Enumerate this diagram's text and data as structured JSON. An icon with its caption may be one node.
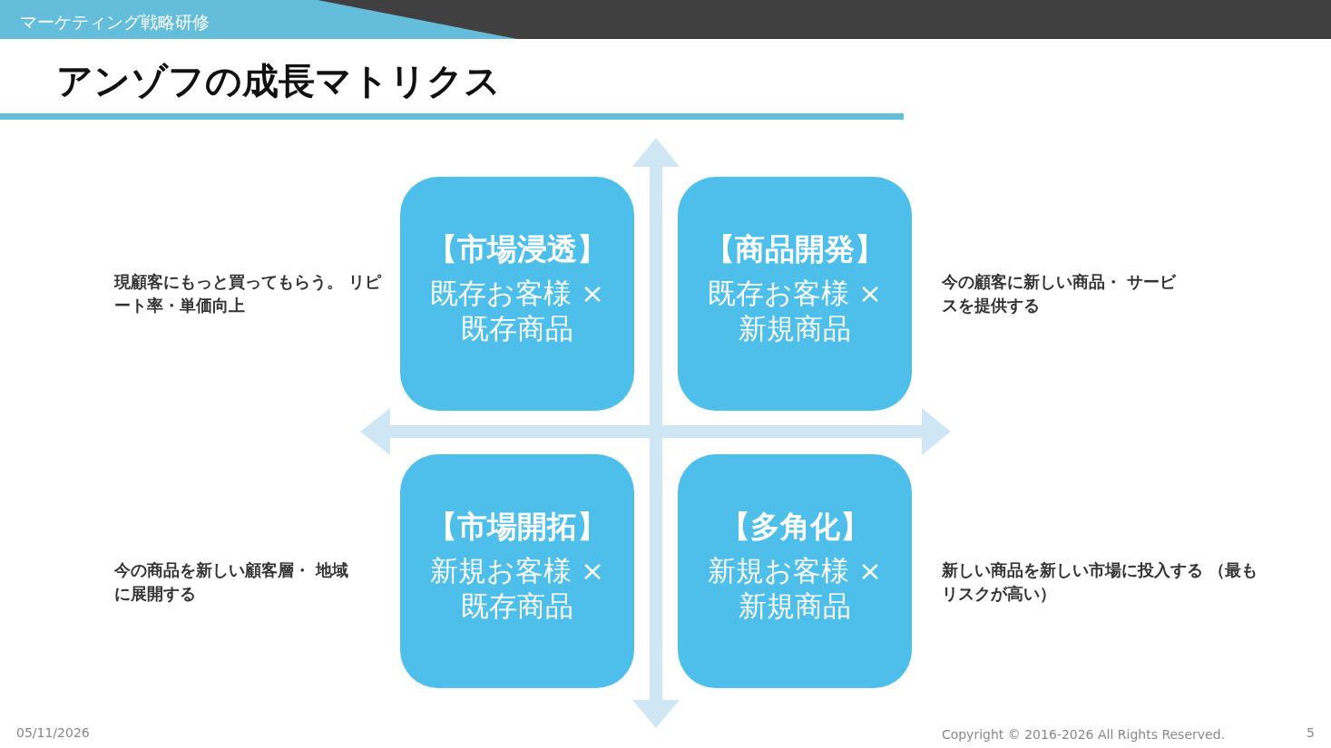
{
  "diagram": {
    "title": "アンゾフの成長マトリクス",
    "nodes": [
      {
        "text": [
          "【市場浸透】",
          "既存お客様 × 既存商品"
        ],
        "beside": [
          "現顧客にもっと買ってもらう。 リピート率・単価向上"
        ]
      },
      {
        "text": [
          "【商品開発】",
          "既存お客様 × 新規商品"
        ],
        "beside": [
          "今の顧客に新しい商品・ サービスを提供する"
        ]
      },
      {
        "text": [
          "【市場開拓】",
          "新規お客様 × 既存商品"
        ],
        "beside": [
          "今の商品を新しい顧客層・ 地域に展開する"
        ]
      },
      {
        "text": [
          "【多角化】",
          "新規お客様 × 新規商品"
        ],
        "beside": [
          "新しい商品を新しい市場に投入する （最もリスクが高い）"
        ]
      }
    ],
    "labels": [
      "マーケティング戦略研修",
      "05/11/2026",
      "Copyright © 2016-2026 All Rights Reserved.",
      "5"
    ]
  }
}
